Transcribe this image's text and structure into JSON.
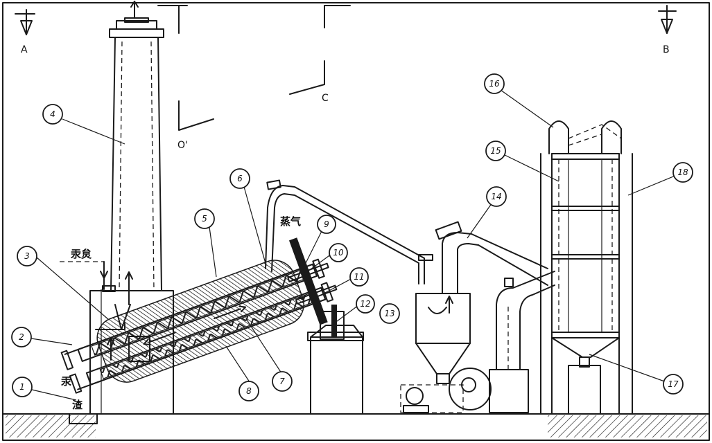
{
  "section_marks": [
    "A",
    "B",
    "C",
    "O'"
  ],
  "text_labels": [
    "汞炱",
    "汞",
    "渣",
    "蒸气"
  ],
  "callouts": [
    "1",
    "2",
    "3",
    "4",
    "5",
    "6",
    "7",
    "8",
    "9",
    "10",
    "11",
    "12",
    "13",
    "14",
    "15",
    "16",
    "17",
    "18"
  ]
}
